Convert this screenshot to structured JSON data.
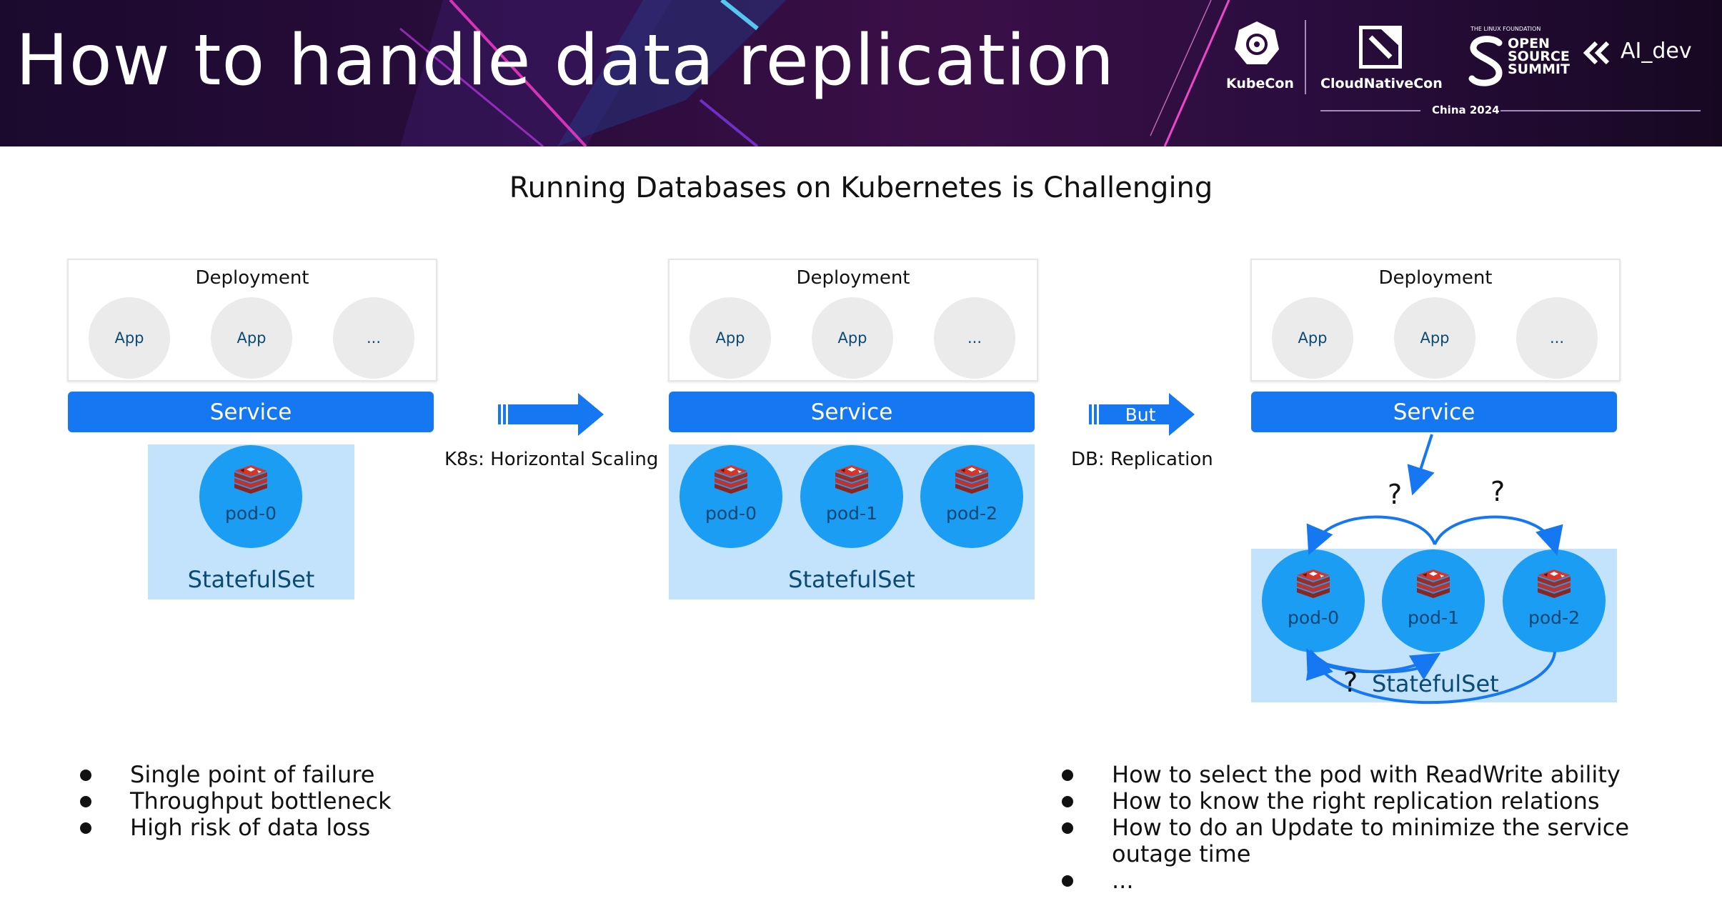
{
  "header": {
    "title": "How to handle data replication",
    "logos": {
      "kubecon": "KubeCon",
      "cloudnativecon": "CloudNativeCon",
      "event": "China 2024",
      "lf": "THE LINUX FOUNDATION",
      "oss_line1": "OPEN",
      "oss_line2": "SOURCE",
      "oss_line3": "SUMMIT",
      "aidev": "AI_dev"
    }
  },
  "subtitle": "Running Databases on Kubernetes is Challenging",
  "colors": {
    "service": "#1677f2",
    "pod": "#1a9df2",
    "statefulset": "#c3e2fb",
    "arrow": "#1677f2"
  },
  "panels": [
    {
      "deployment": "Deployment",
      "apps": [
        "App",
        "App",
        "..."
      ],
      "service": "Service",
      "statefulset": "StatefulSet",
      "pods": [
        "pod-0"
      ]
    },
    {
      "deployment": "Deployment",
      "apps": [
        "App",
        "App",
        "..."
      ],
      "service": "Service",
      "statefulset": "StatefulSet",
      "pods": [
        "pod-0",
        "pod-1",
        "pod-2"
      ]
    },
    {
      "deployment": "Deployment",
      "apps": [
        "App",
        "App",
        "..."
      ],
      "service": "Service",
      "statefulset": "StatefulSet",
      "pods": [
        "pod-0",
        "pod-1",
        "pod-2"
      ]
    }
  ],
  "arrows": {
    "scaling": {
      "caption": "K8s: Horizontal Scaling"
    },
    "replication": {
      "label": "But",
      "caption": "DB: Replication"
    }
  },
  "question_mark": "?",
  "bullets_left": [
    "Single point of failure",
    "Throughput bottleneck",
    "High risk of data loss"
  ],
  "bullets_right": [
    "How to select the pod with ReadWrite ability",
    "How to know the right replication relations",
    "How to do an Update to minimize the service outage time",
    "..."
  ]
}
